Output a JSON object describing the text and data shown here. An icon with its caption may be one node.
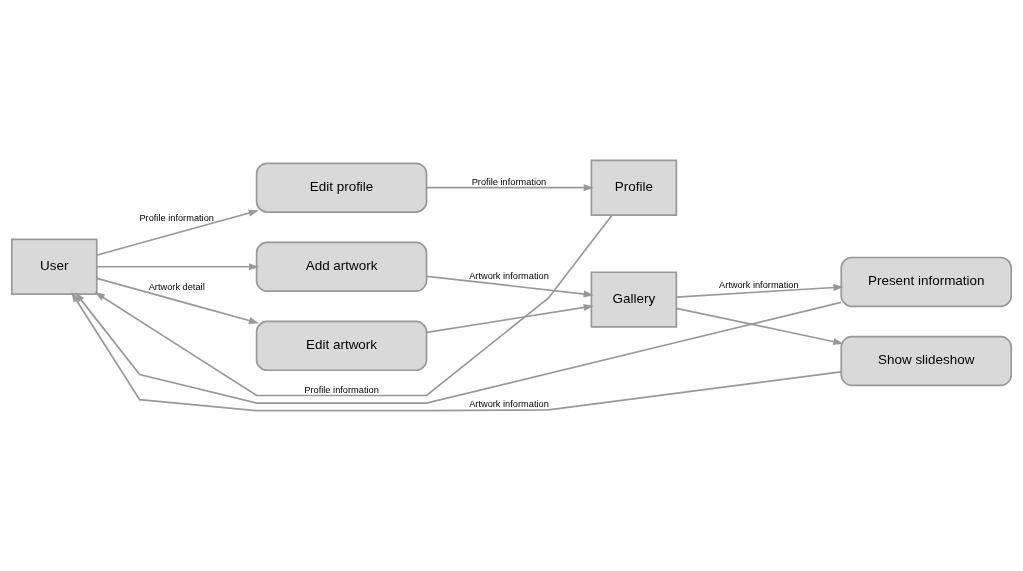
{
  "diagram": {
    "nodes": [
      {
        "text": [
          "User"
        ]
      },
      {
        "text": [
          "Edit profile"
        ]
      },
      {
        "text": [
          "Add artwork"
        ]
      },
      {
        "text": [
          "Edit artwork"
        ]
      },
      {
        "text": [
          "Profile"
        ]
      },
      {
        "text": [
          "Gallery"
        ]
      },
      {
        "text": [
          "Present information"
        ]
      },
      {
        "text": [
          "Show slideshow"
        ]
      }
    ],
    "edges": [
      {
        "from": 4,
        "to": 0,
        "arrow": "to",
        "label": "Profile information"
      },
      {
        "from": 0,
        "to": 1,
        "arrow": "to",
        "label": "Profile information"
      },
      {
        "from": 0,
        "to": 2,
        "arrow": "to"
      },
      {
        "from": 0,
        "to": 3,
        "arrow": "to",
        "label": "Artwork detail"
      },
      {
        "from": 1,
        "to": 4,
        "arrow": "to",
        "label": "Profile information"
      },
      {
        "from": 2,
        "to": 5,
        "arrow": "to",
        "label": "Artwork information"
      },
      {
        "from": 3,
        "to": 5,
        "arrow": "to"
      },
      {
        "from": 5,
        "to": 6,
        "arrow": "to",
        "label": "Artwork information"
      },
      {
        "from": 5,
        "to": 7,
        "arrow": "to"
      },
      {
        "from": 6,
        "to": 0,
        "arrow": "to"
      },
      {
        "from": 7,
        "to": 0,
        "arrow": "to",
        "label": "Artwork information"
      }
    ]
  }
}
